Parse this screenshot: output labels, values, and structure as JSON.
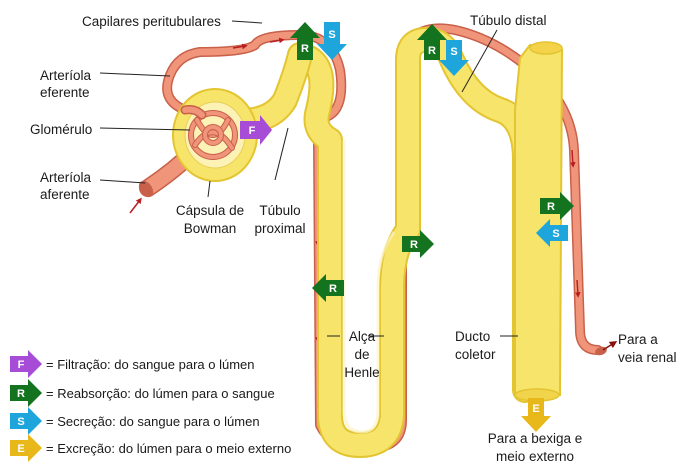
{
  "labels": {
    "capilares": "Capilares peritubulares",
    "arteriola_eferente_1": "Arteríola",
    "arteriola_eferente_2": "eferente",
    "glomerulo": "Glomérulo",
    "arteriola_aferente_1": "Arteríola",
    "arteriola_aferente_2": "aferente",
    "capsula_1": "Cápsula de",
    "capsula_2": "Bowman",
    "tubulo_prox_1": "Túbulo",
    "tubulo_prox_2": "proximal",
    "tubulo_distal": "Túbulo distal",
    "alca_1": "Alça",
    "alca_2": "de",
    "alca_3": "Henle",
    "ducto_1": "Ducto",
    "ducto_2": "coletor",
    "veia_1": "Para a",
    "veia_2": "veia renal",
    "bexiga_1": "Para a bexiga e",
    "bexiga_2": "meio externo"
  },
  "letters": {
    "F": "F",
    "R": "R",
    "S": "S",
    "E": "E"
  },
  "legend": [
    {
      "letter": "F",
      "color": "#a64cd6",
      "text": "= Filtração: do sangue para o lúmen"
    },
    {
      "letter": "R",
      "color": "#13731f",
      "text": "= Reabsorção: do lúmen para o sangue"
    },
    {
      "letter": "S",
      "color": "#1ea6dc",
      "text": "= Secreção: do sangue para o lúmen"
    },
    {
      "letter": "E",
      "color": "#e8b81a",
      "text": "= Excreção: do lúmen para o meio externo"
    }
  ],
  "colors": {
    "tubule": "#f7e46a",
    "tubule_edge": "#e3c431",
    "vessel": "#f0957a",
    "vessel_edge": "#c8604a",
    "flow_arrow": "#b81e22"
  }
}
